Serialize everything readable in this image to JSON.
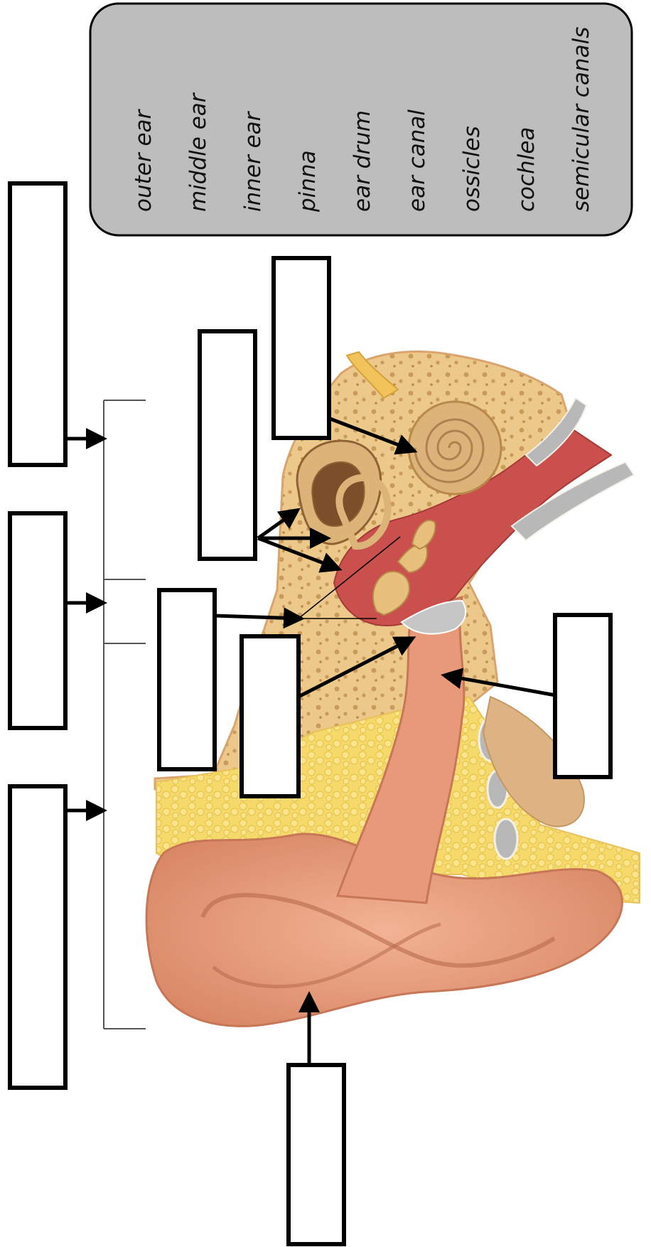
{
  "word_bank": {
    "words": [
      "outer ear",
      "middle ear",
      "inner ear",
      "pinna",
      "ear drum",
      "ear canal",
      "ossicles",
      "cochlea",
      "semicular canals"
    ]
  },
  "label_boxes": [
    {
      "id": "outer-ear-region",
      "answer": ""
    },
    {
      "id": "middle-ear-region",
      "answer": ""
    },
    {
      "id": "inner-ear-region",
      "answer": ""
    },
    {
      "id": "cochlea",
      "answer": ""
    },
    {
      "id": "semicircular-canals",
      "answer": ""
    },
    {
      "id": "ossicles",
      "answer": ""
    },
    {
      "id": "ear-drum",
      "answer": ""
    },
    {
      "id": "ear-canal",
      "answer": ""
    },
    {
      "id": "pinna",
      "answer": ""
    }
  ],
  "colors": {
    "word_bank_fill": "#bdbdbd",
    "skin": "#e9a07e",
    "bone": "#ecc98a",
    "fat": "#f7dc6e",
    "canal_red": "#c9504d",
    "cartilage_grey": "#b8b8b8",
    "inner_ear": "#dcb47a"
  }
}
